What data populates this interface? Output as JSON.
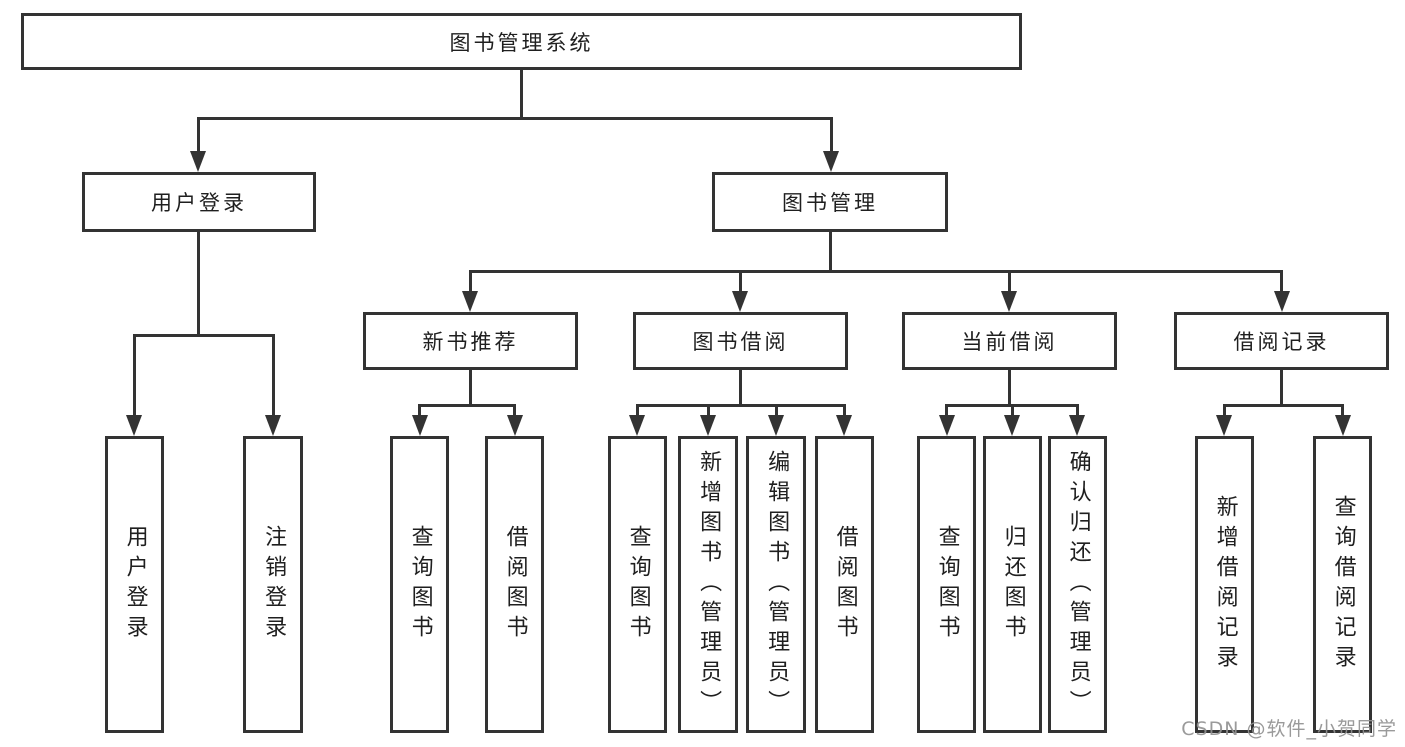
{
  "diagram": {
    "type": "tree-structure-chart",
    "root": {
      "label": "图书管理系统"
    },
    "level1": [
      {
        "label": "用户登录"
      },
      {
        "label": "图书管理"
      }
    ],
    "level2": [
      {
        "label": "新书推荐",
        "parent": "图书管理"
      },
      {
        "label": "图书借阅",
        "parent": "图书管理"
      },
      {
        "label": "当前借阅",
        "parent": "图书管理"
      },
      {
        "label": "借阅记录",
        "parent": "图书管理"
      }
    ],
    "leaves": [
      {
        "label": "用户登录",
        "parent": "用户登录"
      },
      {
        "label": "注销登录",
        "parent": "用户登录"
      },
      {
        "label": "查询图书",
        "parent": "新书推荐"
      },
      {
        "label": "借阅图书",
        "parent": "新书推荐"
      },
      {
        "label": "查询图书",
        "parent": "图书借阅"
      },
      {
        "label": "新增图书（管理员）",
        "parent": "图书借阅"
      },
      {
        "label": "编辑图书（管理员）",
        "parent": "图书借阅"
      },
      {
        "label": "借阅图书",
        "parent": "图书借阅"
      },
      {
        "label": "查询图书",
        "parent": "当前借阅"
      },
      {
        "label": "归还图书",
        "parent": "当前借阅"
      },
      {
        "label": "确认归还（管理员）",
        "parent": "当前借阅"
      },
      {
        "label": "新增借阅记录",
        "parent": "借阅记录"
      },
      {
        "label": "查询借阅记录",
        "parent": "借阅记录"
      }
    ]
  },
  "watermark": {
    "text": "CSDN @软件_小贺同学"
  },
  "colors": {
    "border": "#333333",
    "line": "#333333",
    "text": "#1f1f1f",
    "background": "#ffffff",
    "watermark": "#919191"
  }
}
